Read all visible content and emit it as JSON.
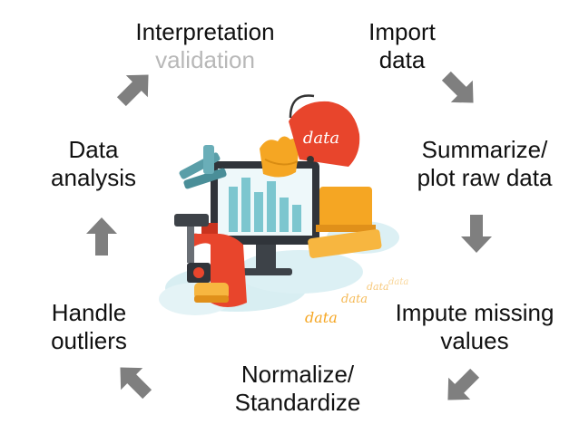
{
  "steps": {
    "interpretation": {
      "line1": "Interpretation",
      "line2": "validation"
    },
    "import": {
      "line1": "Import",
      "line2": "data"
    },
    "summarize": {
      "line1": "Summarize/",
      "line2": "plot raw data"
    },
    "impute": {
      "line1": "Impute missing",
      "line2": "values"
    },
    "normalize": {
      "line1": "Normalize/",
      "line2": "Standardize"
    },
    "outliers": {
      "line1": "Handle",
      "line2": "outliers"
    },
    "analysis": {
      "line1": "Data",
      "line2": "analysis"
    }
  },
  "illustration": {
    "tag_text": "data",
    "scattered_text": [
      "data",
      "data",
      "data",
      "data"
    ]
  },
  "colors": {
    "arrow": "#7f7f7f",
    "text": "#111111",
    "muted_text": "#b8b8b8",
    "orange": "#f5a623",
    "red": "#e8452c",
    "teal": "#7cc6cf",
    "cloud": "#d8eef2"
  }
}
